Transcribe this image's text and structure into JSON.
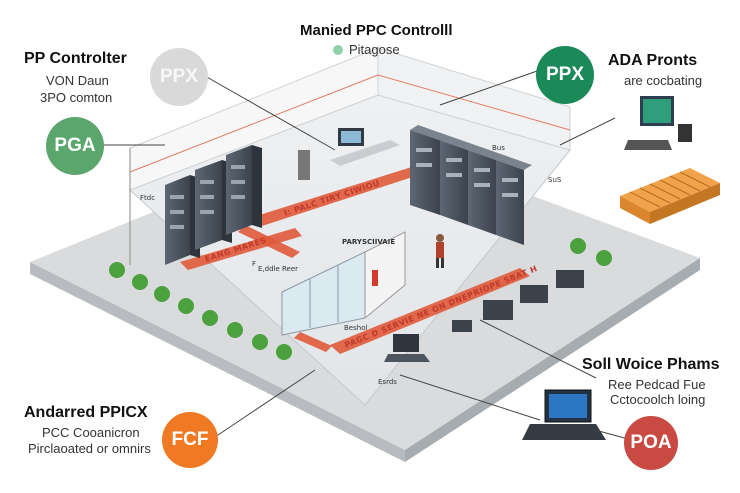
{
  "top": {
    "title": "Manied PPC Controlll",
    "legend_label": "Pitagose"
  },
  "left_top": {
    "title": "PP Controlter",
    "line1": "VON Daun",
    "line2": "3PO comton"
  },
  "left_bottom": {
    "title": "Andarred PPICX",
    "line1": "PCC Cooanicron",
    "line2": "Pirclaoated or omnirs"
  },
  "right_top": {
    "title": "ADA Pronts",
    "line1": "are cocbating"
  },
  "right_bottom": {
    "title": "Soll Woice Phams",
    "line1": "Ree Pedcad Fue",
    "line2": "Cctocoolch loing"
  },
  "badges": {
    "ppx_grey": "PPX",
    "pga": "PGA",
    "ppx_green": "PPX",
    "fcf": "FCF",
    "poa": "POA"
  },
  "floor_labels": {
    "wall_left": "Ftdc",
    "wall_right": "SuS",
    "rack_tag": "Bus",
    "stripe_back": "I: PALC TIRY CIWIOU",
    "stripe_left": "EANG MARES",
    "stripe_front": "PAGC D SERVIE NE ON DNEPRIOPE SBAT H",
    "office_sign": "PARYSCIIVAIE",
    "f_label": "F",
    "small_1": "E,ddle Reer",
    "small_2": "Beshol",
    "small_3": "Esrds"
  },
  "colors": {
    "grey_badge": "#d9d9d9",
    "green_badge": "#5aa66c",
    "dark_green_badge": "#1b8a58",
    "orange_badge": "#ef7a23",
    "red_badge": "#c94a43",
    "accent_red": "#e05a3a",
    "legend_dot": "#8fd1a8"
  }
}
